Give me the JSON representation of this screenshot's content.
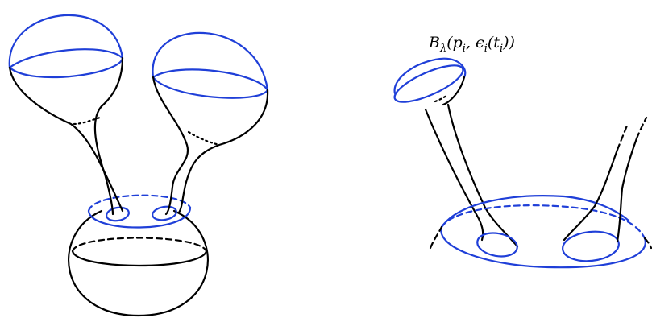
{
  "label": {
    "base": "B",
    "sub": "λ",
    "args": "(p",
    "args_sub": "i",
    "mid": ", ϵ",
    "mid_sub": "i",
    "tail": "(t",
    "tail_sub": "i",
    "end": "))"
  },
  "colors": {
    "curve": "#000000",
    "highlight": "#1f3fd8"
  }
}
